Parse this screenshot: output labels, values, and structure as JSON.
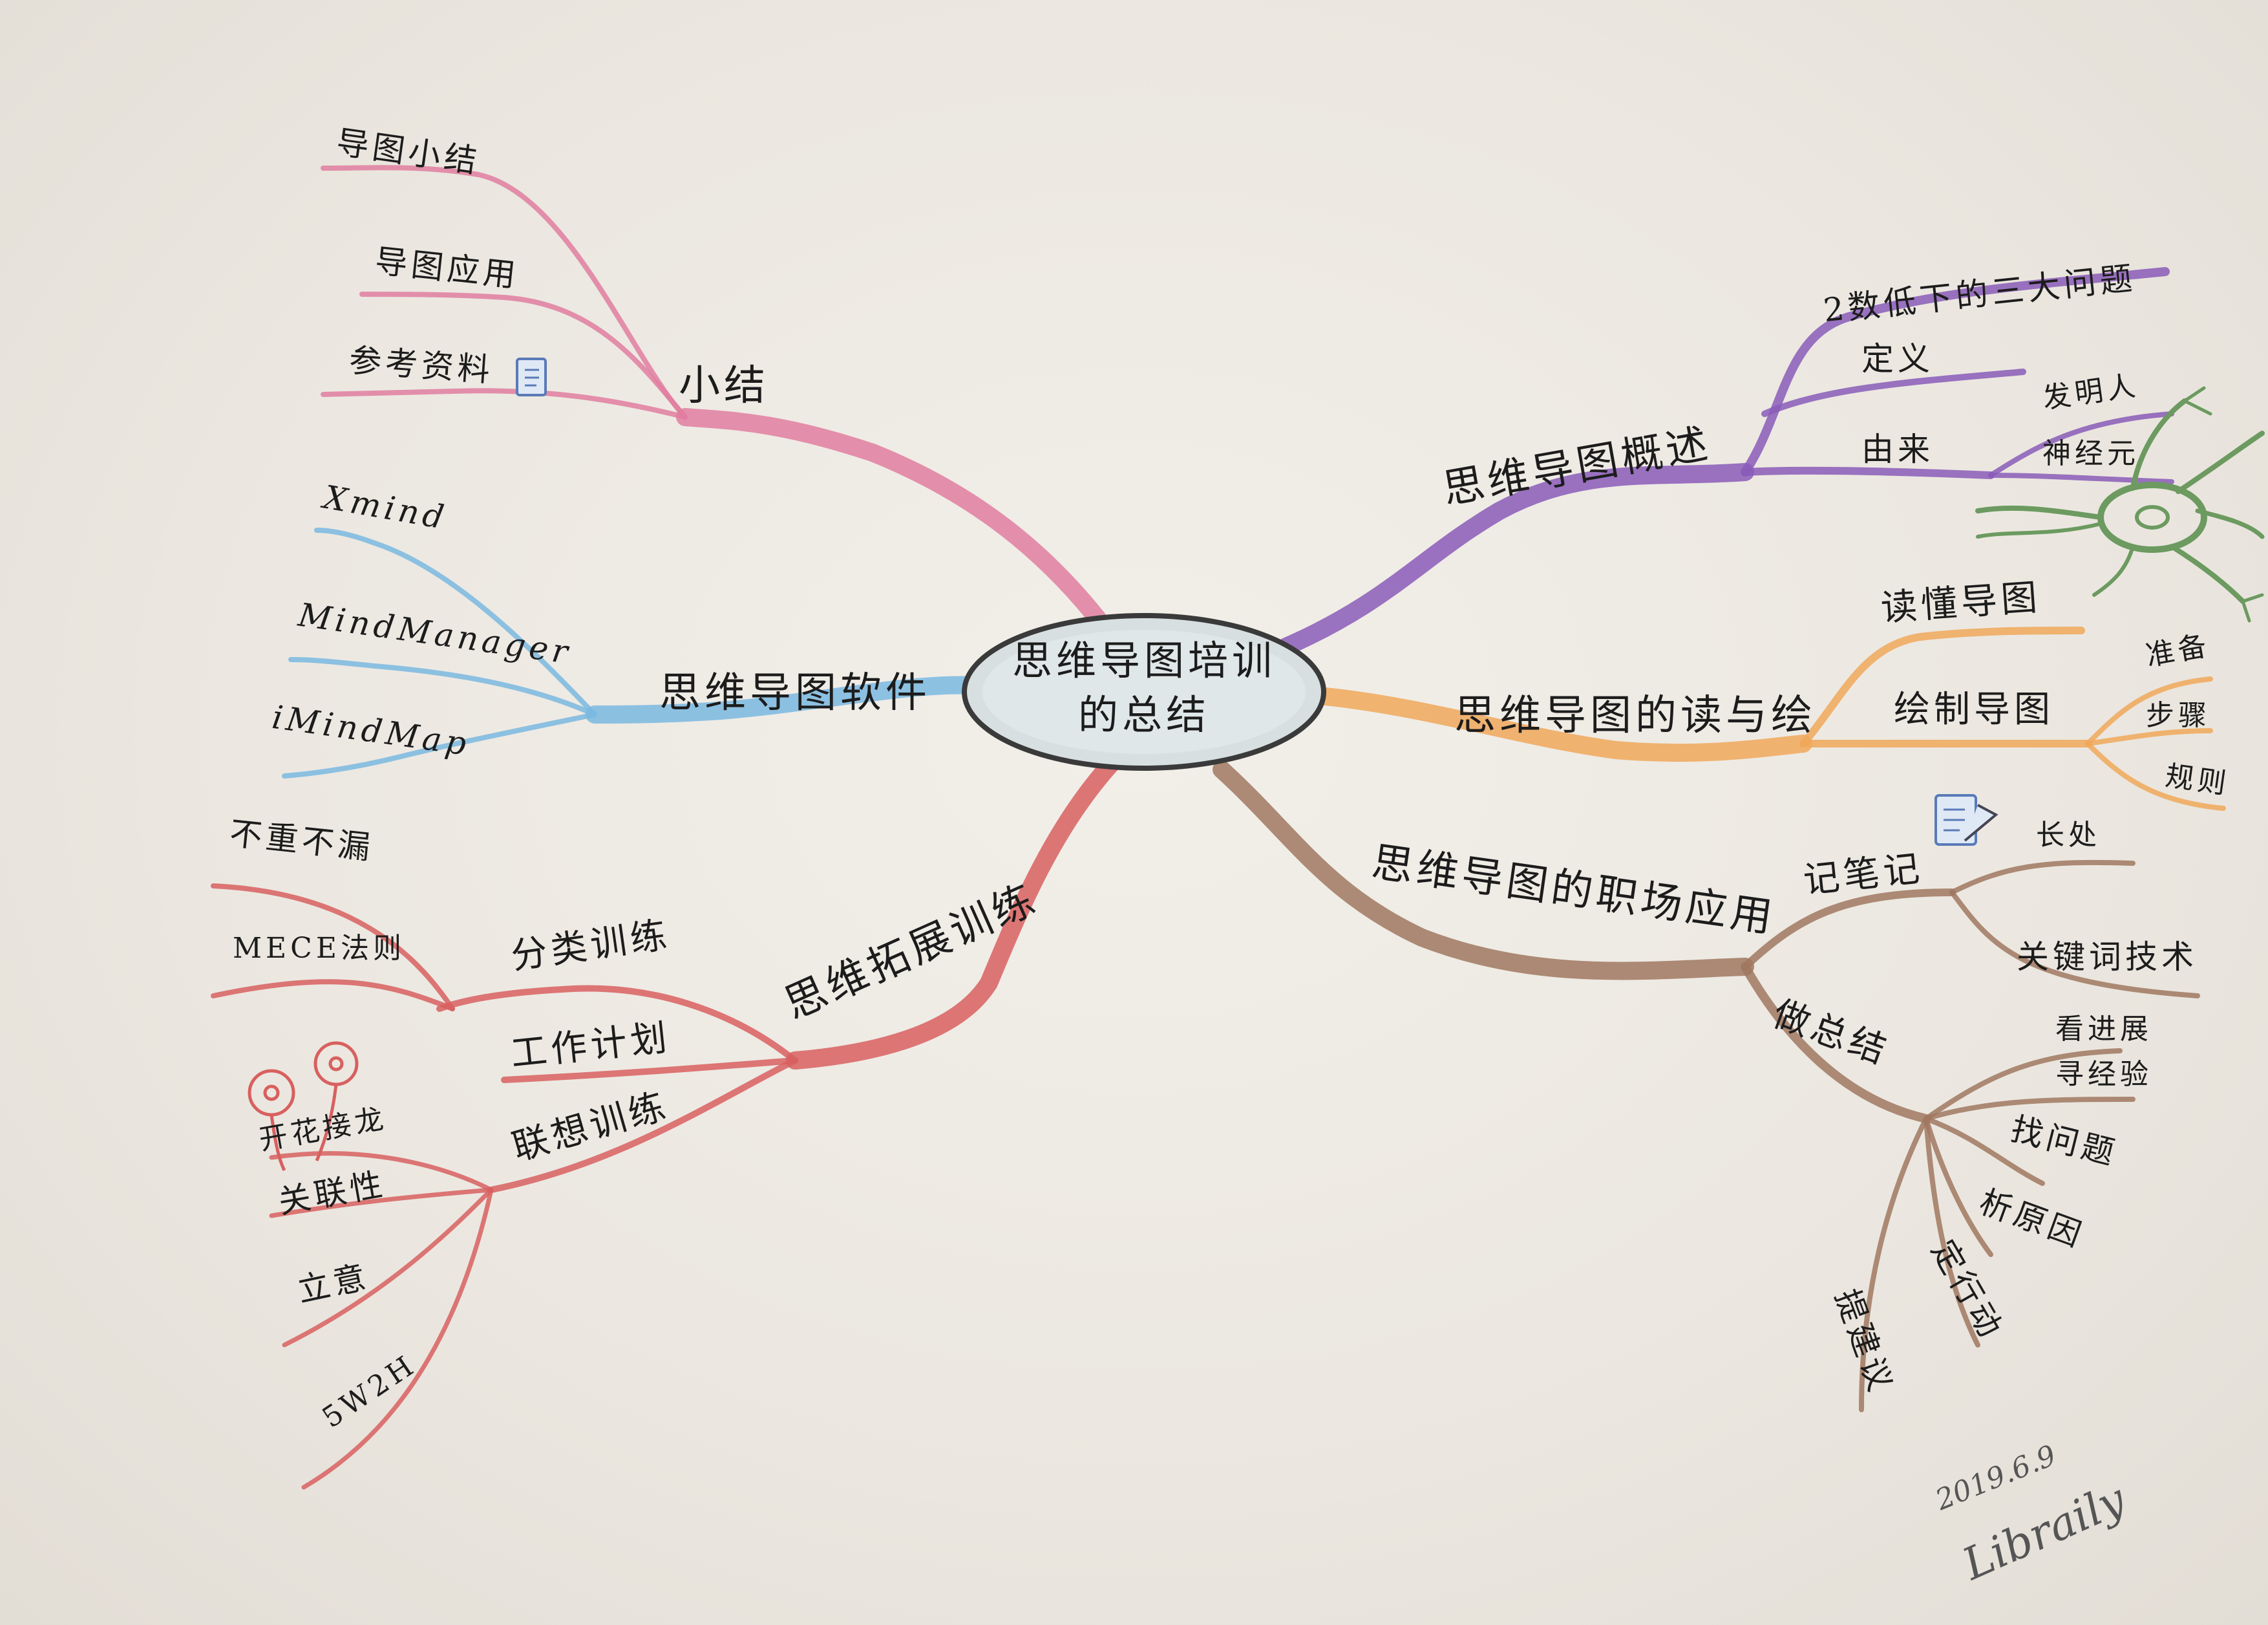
{
  "center": {
    "line1": "思维导图培训",
    "line2": "的总结"
  },
  "colors": {
    "purple": "#8a5cb8",
    "orange": "#f0a85a",
    "brown": "#a07860",
    "pink": "#e07ea0",
    "blue": "#7ab8e0",
    "red": "#d86060",
    "green": "#6c9a60"
  },
  "branches": {
    "overview": {
      "label": "思维导图概述",
      "items": [
        "2数低下的三大问题",
        "定义",
        "由来"
      ],
      "origin_items": [
        "发明人",
        "神经元"
      ]
    },
    "reading": {
      "label": "思维导图的读与绘",
      "items": [
        "读懂导图",
        "绘制导图"
      ],
      "draw_items": [
        "准备",
        "步骤",
        "规则"
      ]
    },
    "workplace": {
      "label": "思维导图的职场应用",
      "note": {
        "label": "记笔记",
        "items": [
          "长处",
          "关键词技术"
        ]
      },
      "summary": {
        "label": "做总结",
        "items": [
          "看进展",
          "寻经验",
          "找问题",
          "析原因",
          "定行动",
          "提建议"
        ]
      }
    },
    "summary": {
      "label": "小结",
      "items": [
        "导图小结",
        "导图应用",
        "参考资料"
      ]
    },
    "software": {
      "label": "思维导图软件",
      "items": [
        "Xmind",
        "MindManager",
        "iMindMap"
      ]
    },
    "expand": {
      "label": "思维拓展训练",
      "classify": {
        "label": "分类训练",
        "items": [
          "不重不漏",
          "MECE法则"
        ]
      },
      "plan": "工作计划",
      "assoc": {
        "label": "联想训练",
        "items": [
          "开花接龙",
          "关联性",
          "立意",
          "5W2H"
        ]
      }
    }
  },
  "signature": {
    "date": "2019.6.9",
    "name": "Libraily"
  }
}
